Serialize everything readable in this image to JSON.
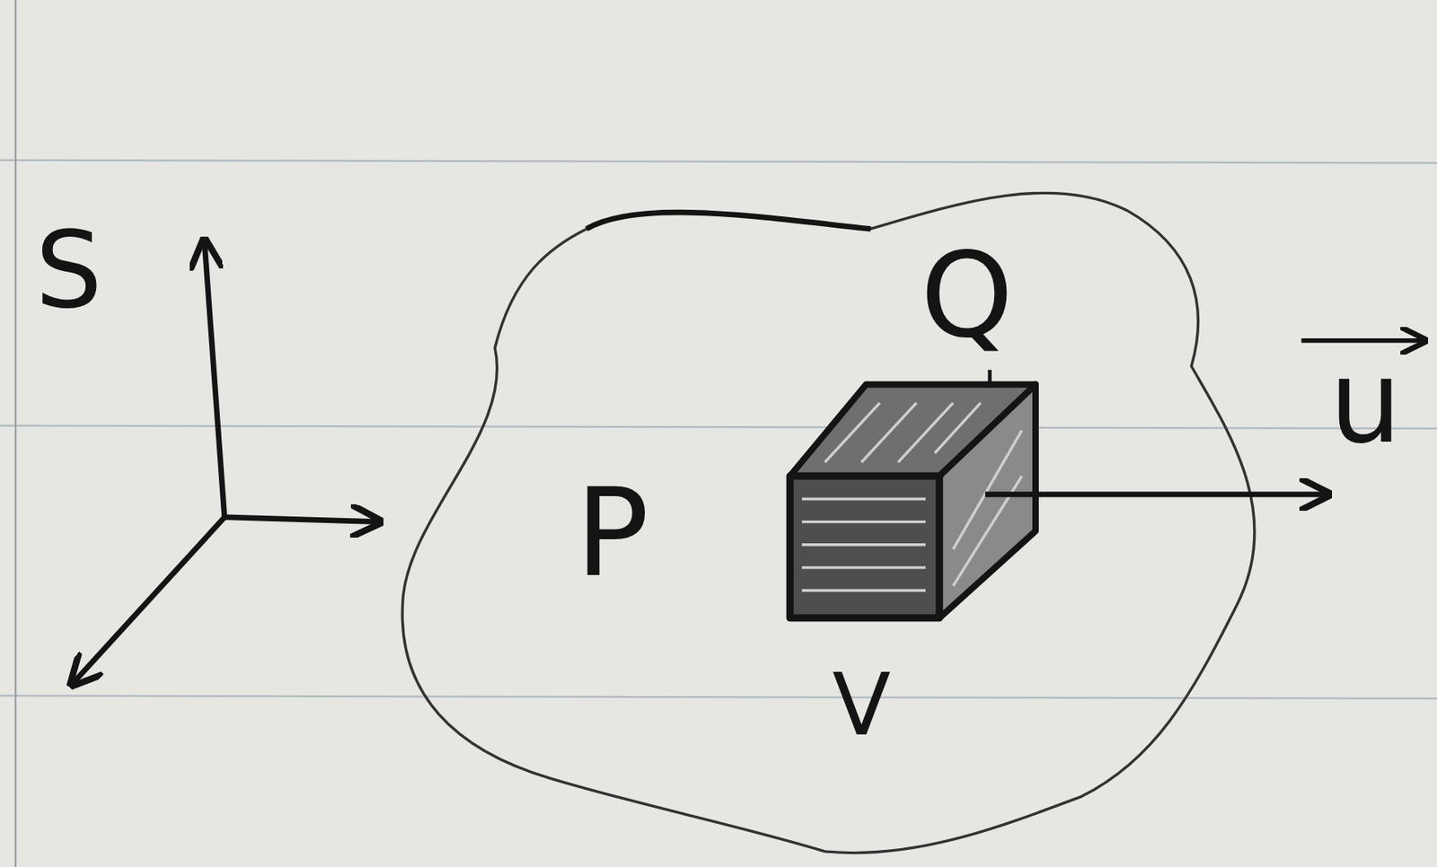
{
  "diagram": {
    "labels": [
      "S",
      "Q",
      "u",
      "P",
      "V"
    ]
  }
}
